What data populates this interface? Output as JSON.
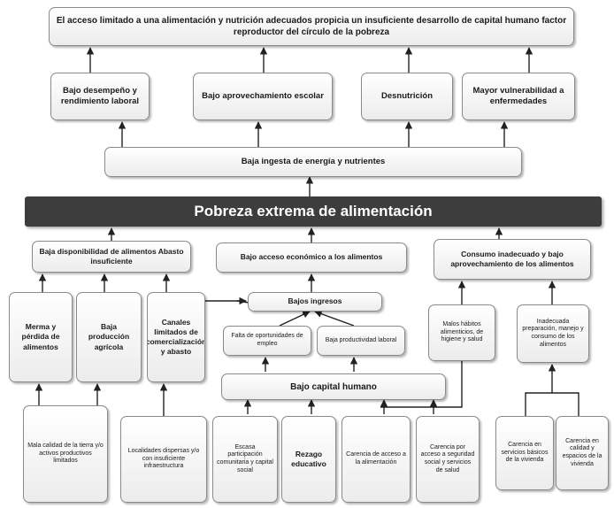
{
  "banner": "Pobreza extrema de alimentación",
  "boxes": {
    "top_effect": "El acceso limitado a una alimentación y nutrición adecuados propicia un insuficiente desarrollo de capital humano factor reproductor del círculo de la pobreza",
    "bajo_desempeno": "Bajo desempeño y rendimiento laboral",
    "bajo_aprovechamiento": "Bajo aprovechamiento escolar",
    "desnutricion": "Desnutrición",
    "mayor_vulnerabilidad": "Mayor vulnerabilidad a enfermedades",
    "baja_ingesta": "Baja ingesta de energía y nutrientes",
    "baja_disponibilidad": "Baja disponibilidad de alimentos Abasto insuficiente",
    "bajo_acceso": "Bajo acceso económico a los alimentos",
    "consumo_inadecuado": "Consumo inadecuado y bajo aprovechamiento de los alimentos",
    "merma": "Merma y pérdida de alimentos",
    "baja_produccion": "Baja producción agrícola",
    "canales": "Canales limitados de comercialización y abasto",
    "bajos_ingresos": "Bajos ingresos",
    "falta_oportunidades": "Falta de oportunidades de empleo",
    "baja_productividad": "Baja productividad laboral",
    "malos_habitos": "Malos hábitos alimenticios, de higiene y salud",
    "inadecuada_preparacion": "Inadecuada preparación, manejo y consumo de los alimentos",
    "bajo_capital": "Bajo capital humano",
    "mala_calidad": "Mala calidad de la tierra y/o activos productivos limitados",
    "localidades": "Localidades dispersas y/o con insuficiente infraestructura",
    "escasa_participacion": "Escasa participación comunitaria y capital social",
    "rezago": "Rezago educativo",
    "carencia_acceso_alim": "Carencia de acceso a la alimentación",
    "carencia_seguridad": "Carencia por acceso a seguridad social y servicios de salud",
    "carencia_servicios": "Carencia en servicios básicos de la vivienda",
    "carencia_calidad": "Carencia en calidad y espacios de la vivienda"
  }
}
